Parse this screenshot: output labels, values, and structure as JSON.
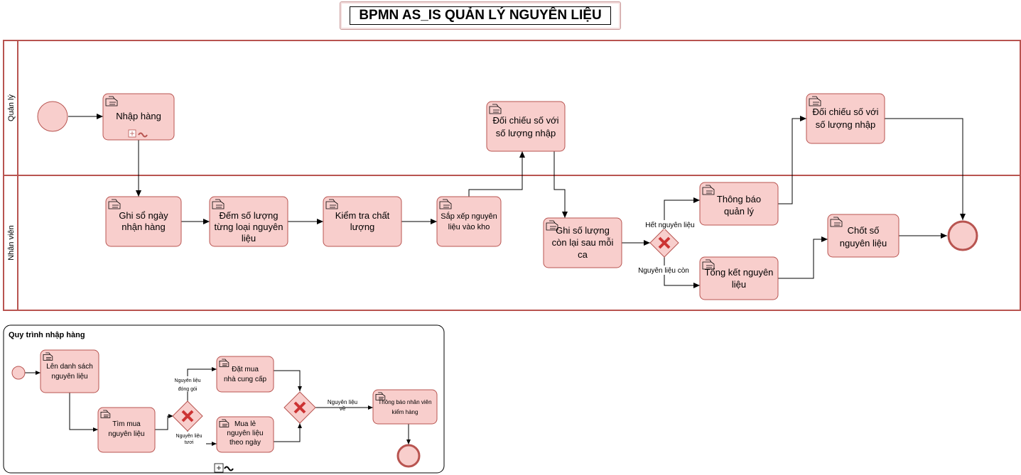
{
  "title": "BPMN AS_IS QUẢN LÝ NGUYÊN LIỆU",
  "colors": {
    "task_fill": "#f8cecc",
    "task_stroke": "#b85450",
    "lane_stroke": "#b85450",
    "line": "#000000"
  },
  "lanes": {
    "manager": "Quản lý",
    "staff": "Nhân viên"
  },
  "tasks": {
    "nhap_hang": "Nhập hàng",
    "ghi_so_ngay": [
      "Ghi sổ ngày",
      "nhận hàng"
    ],
    "dem_so_luong": [
      "Đếm số lượng",
      "từng loại nguyên",
      "liệu"
    ],
    "kiem_tra": [
      "Kiểm tra chất",
      "lượng"
    ],
    "sap_xep": [
      "Sắp xếp nguyên",
      "liệu vào kho"
    ],
    "doi_chieu_1": [
      "Đối chiếu số với",
      "số lượng nhập"
    ],
    "ghi_so_luong": [
      "Ghi số lượng",
      "còn lại sau mỗi",
      "ca"
    ],
    "thong_bao_quan_ly": [
      "Thông báo",
      "quản lý"
    ],
    "doi_chieu_2": [
      "Đối chiếu số với",
      "số lượng nhập"
    ],
    "chot_so": [
      "Chốt số",
      "nguyên liệu"
    ],
    "tong_ket": [
      "Tổng kết nguyên",
      "liệu"
    ]
  },
  "gateway_labels": {
    "het": "Hết nguyên liệu",
    "con": "Nguyên liệu còn"
  },
  "subprocess": {
    "title": "Quy trình nhập hàng",
    "tasks": {
      "len_danh_sach": [
        "Lên danh sách",
        "nguyên liệu"
      ],
      "tim_mua": [
        "Tìm mua",
        "nguyên liệu"
      ],
      "dat_mua": [
        "Đặt mua",
        "nhà cung cấp"
      ],
      "mua_le": [
        "Mua lẻ",
        "nguyên liệu",
        "theo ngày"
      ],
      "thong_bao_nv": [
        "Thông báo nhân viên",
        "kiểm hàng"
      ]
    },
    "labels": {
      "dong_goi": [
        "Nguyên liệu",
        "đóng gói"
      ],
      "tuoi": [
        "Nguyên liệu",
        "tươi"
      ],
      "ve": [
        "Nguyên liệu",
        "về"
      ]
    }
  }
}
